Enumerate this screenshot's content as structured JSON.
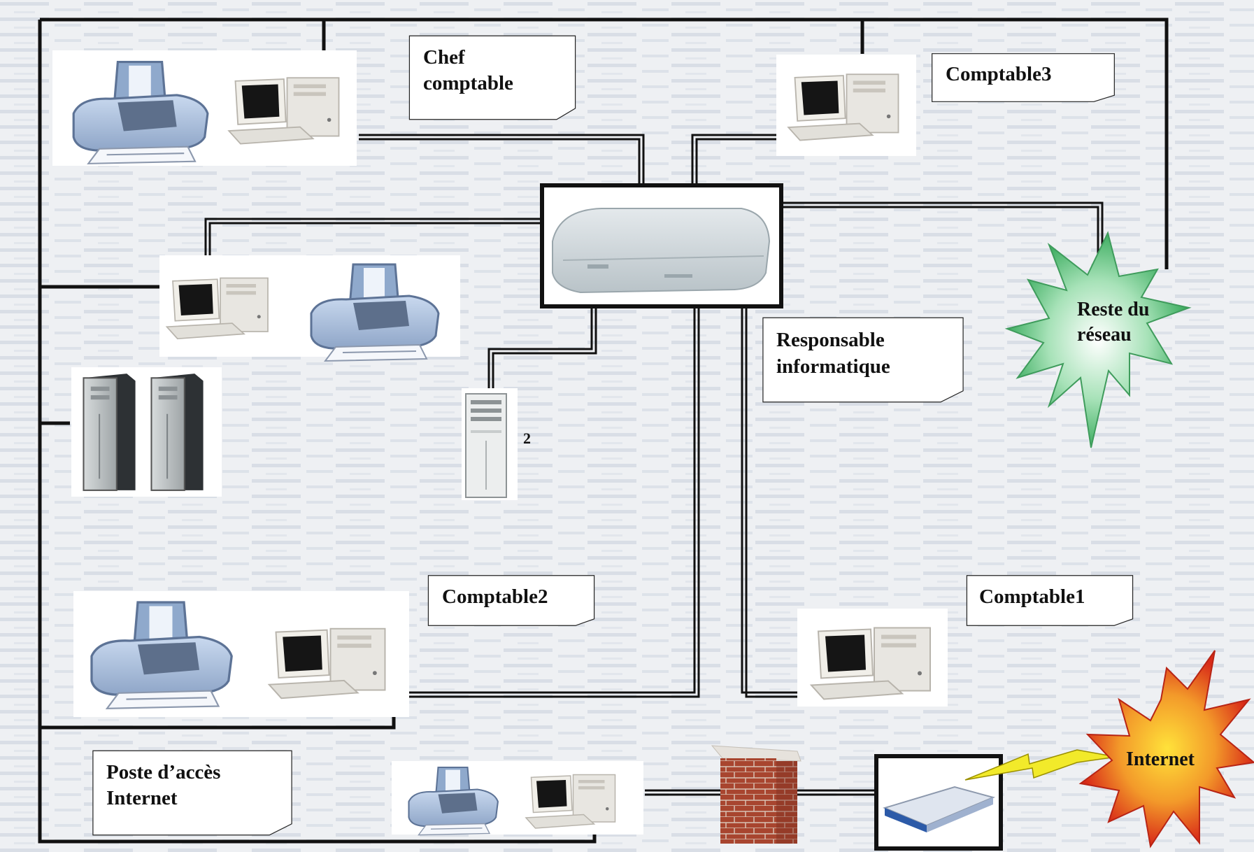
{
  "labels": {
    "chef_line1": "Chef",
    "chef_line2": "comptable",
    "comptable3": "Comptable3",
    "responsable_line1": "Responsable",
    "responsable_line2": "informatique",
    "reste_line1": "Reste du",
    "reste_line2": "réseau",
    "server_number": "2",
    "comptable2": "Comptable2",
    "comptable1": "Comptable1",
    "poste_line1": "Poste d’accès",
    "poste_line2": "Internet",
    "internet": "Internet"
  },
  "colors": {
    "background": "#eef0f3",
    "cable": "#111111",
    "note_fill": "#ffffff",
    "reste_star_center": "#ffffff",
    "reste_star_edge": "#5ac07a",
    "internet_star_inner": "#ffe23a",
    "internet_star_outer": "#e0321c",
    "firewall_brick": "#a8452f",
    "lightning": "#f2ea2a"
  },
  "icons": [
    "printer-icon",
    "desktop-computer-icon",
    "server-tower-icon",
    "network-hub-icon",
    "modem-icon",
    "firewall-icon",
    "lightning-link-icon"
  ]
}
